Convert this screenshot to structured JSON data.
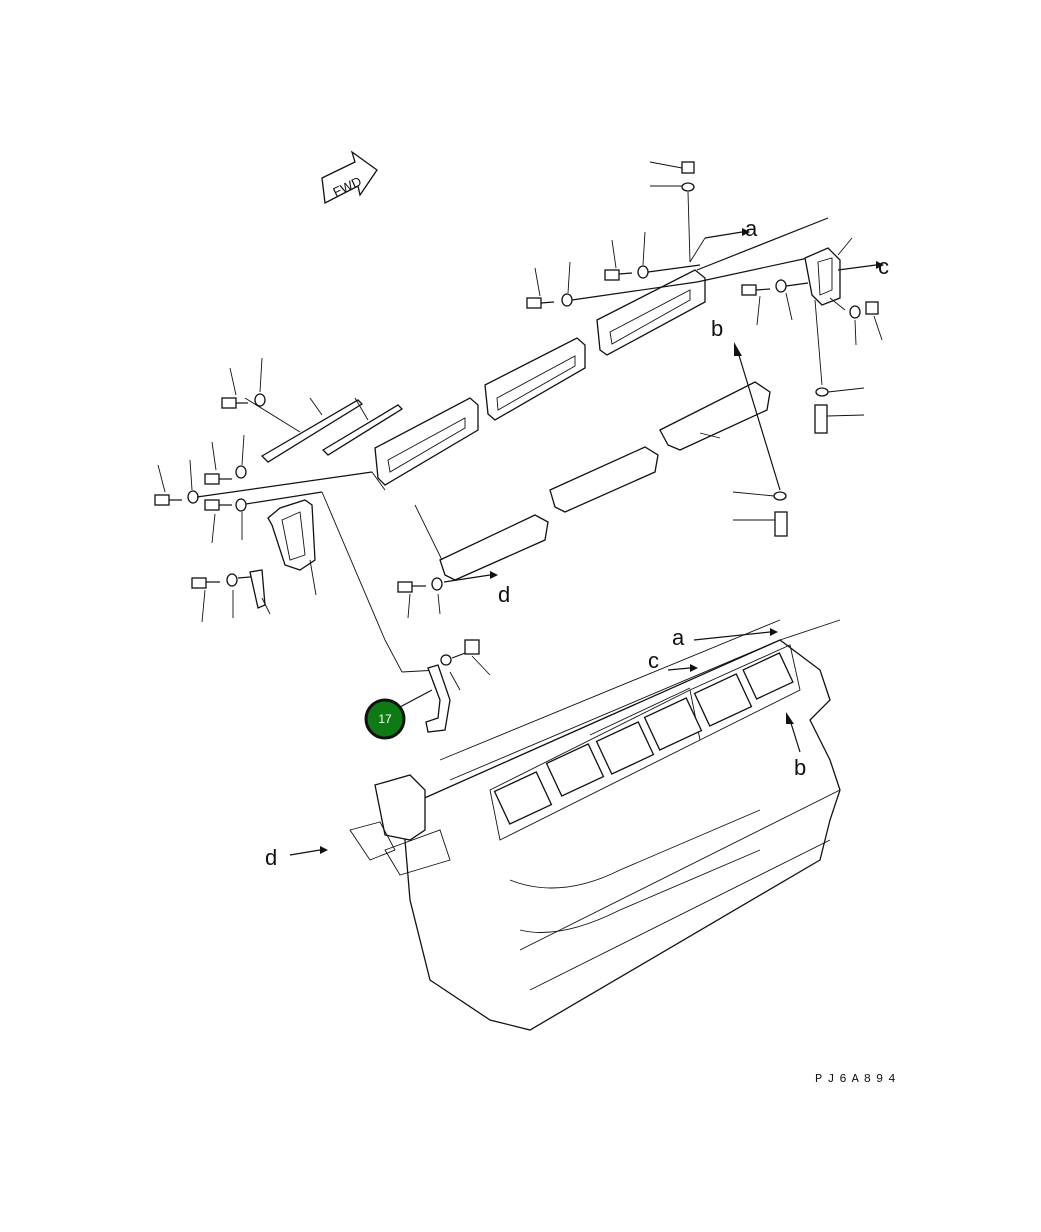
{
  "diagram": {
    "fwd_label": "FWD",
    "drawing_code": "PJ6A894",
    "callouts": [
      {
        "number": "17",
        "color": "#0e7a14"
      }
    ],
    "view_labels": {
      "a": "a",
      "b": "b",
      "c": "c",
      "d": "d"
    }
  }
}
